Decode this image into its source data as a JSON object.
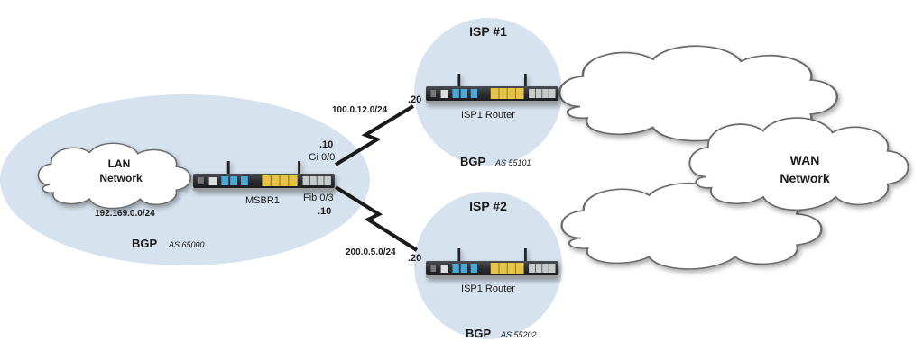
{
  "domains": {
    "as65000": {
      "bgp": "BGP",
      "as": "AS 65000"
    },
    "isp1": {
      "title": "ISP #1",
      "bgp": "BGP",
      "as": "AS 55101"
    },
    "isp2": {
      "title": "ISP #2",
      "bgp": "BGP",
      "as": "AS 55202"
    }
  },
  "lan": {
    "line1": "LAN",
    "line2": "Network",
    "subnet": "192.169.0.0/24"
  },
  "wan": {
    "line1": "WAN",
    "line2": "Network"
  },
  "msbr": {
    "name": "MSBR1",
    "port_top_ip": ".10",
    "port_top_name": "Gi 0/0",
    "port_bottom_name": "Fib 0/3",
    "port_bottom_ip": ".10"
  },
  "isp1_router": {
    "name": "ISP1 Router",
    "ip": ".20"
  },
  "isp2_router": {
    "name": "ISP1 Router",
    "ip": ".20"
  },
  "links": {
    "isp1_subnet": "100.0.12.0/24",
    "isp2_subnet": "200.0.5.0/24"
  },
  "colors": {
    "domain_fill": "#d6e3ef",
    "cloud_stroke": "#6b6b6b",
    "router_body": "#2b2d31",
    "port_yellow": "#e7c44a",
    "port_blue": "#4aa8d8",
    "link": "#1a1a1a"
  }
}
